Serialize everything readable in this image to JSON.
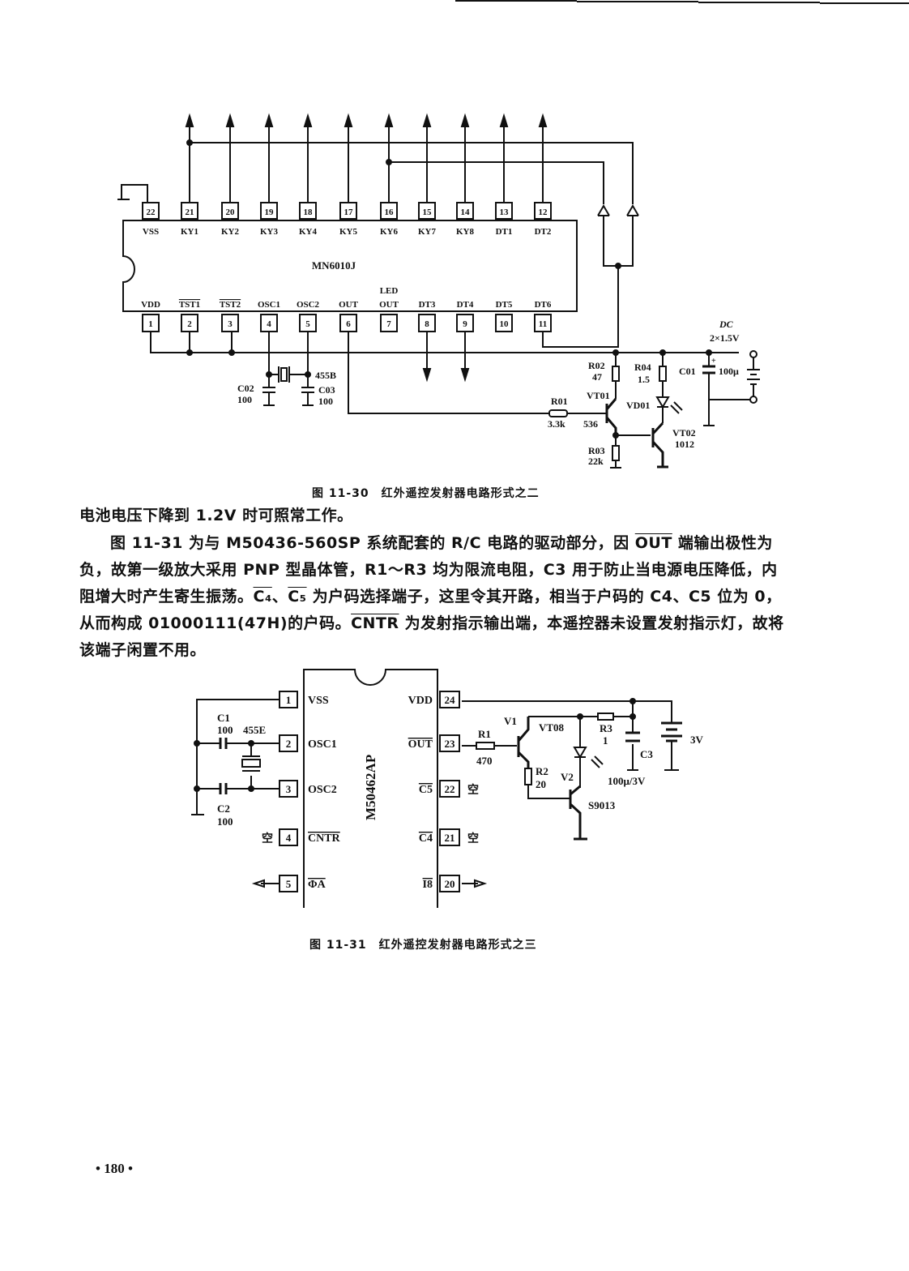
{
  "figure_11_30": {
    "chip_label": "MN6010J",
    "top_pins": [
      {
        "num": "22",
        "name": "VSS"
      },
      {
        "num": "21",
        "name": "KY1"
      },
      {
        "num": "20",
        "name": "KY2"
      },
      {
        "num": "19",
        "name": "KY3"
      },
      {
        "num": "18",
        "name": "KY4"
      },
      {
        "num": "17",
        "name": "KY5"
      },
      {
        "num": "16",
        "name": "KY6"
      },
      {
        "num": "15",
        "name": "KY7"
      },
      {
        "num": "14",
        "name": "KY8"
      },
      {
        "num": "13",
        "name": "DT1"
      },
      {
        "num": "12",
        "name": "DT2"
      }
    ],
    "bottom_pins": [
      {
        "num": "1",
        "name": "VDD"
      },
      {
        "num": "2",
        "name": "TST1"
      },
      {
        "num": "3",
        "name": "TST2"
      },
      {
        "num": "4",
        "name": "OSC1"
      },
      {
        "num": "5",
        "name": "OSC2"
      },
      {
        "num": "6",
        "name": "OUT"
      },
      {
        "num": "7",
        "name": "OUT",
        "name_top": "LED"
      },
      {
        "num": "8",
        "name": "DT3"
      },
      {
        "num": "9",
        "name": "DT4"
      },
      {
        "num": "10",
        "name": "DT5"
      },
      {
        "num": "11",
        "name": "DT6"
      }
    ],
    "components": {
      "crystal": "455B",
      "c02": "C02",
      "c02_val": "100",
      "c03": "C03",
      "c03_val": "100",
      "r01": "R01",
      "r01_val": "3.3k",
      "r02": "R02",
      "r02_val": "47",
      "r03": "R03",
      "r03_val": "22k",
      "r04": "R04",
      "r04_val": "1.5",
      "vt01": "VT01",
      "vt01_val": "536",
      "vt02": "VT02",
      "vt02_val": "1012",
      "vd01": "VD01",
      "c01": "C01",
      "c01_val": "100μ",
      "dc": "DC",
      "dc_val": "2×1.5V"
    },
    "caption": "图 11-30　红外遥控发射器电路形式之二"
  },
  "text": {
    "line1": "电池电压下降到 1.2V 时可照常工作。",
    "para2_a": "图 11-31 为与 M50436-560SP 系统配套的 R/C 电路的驱动部分，因 ",
    "para2_out": "OUT",
    "para2_b": " 端输出极性为负，故第一级放大采用 PNP 型晶体管，R1～R3 均为限流电阻，C3 用于防止当电源电压降低，内阻增大时产生寄生振荡。",
    "para2_c4": "C₄",
    "para2_sep": "、",
    "para2_c5": "C₅",
    "para2_c": " 为户码选择端子，这里令其开路，相当于户码的 C4、C5 位为 0，从而构成 01000111(47H)的户码。",
    "para2_cntr": "CNTR",
    "para2_d": " 为发射指示输出端，本遥控器未设置发射指示灯，故将该端子闲置不用。"
  },
  "figure_11_31": {
    "chip_label": "M50462AP",
    "left_pins": [
      {
        "num": "1",
        "name": "VSS",
        "note": ""
      },
      {
        "num": "2",
        "name": "OSC1",
        "note": ""
      },
      {
        "num": "3",
        "name": "OSC2",
        "note": ""
      },
      {
        "num": "4",
        "name": "CNTR",
        "note": "空"
      },
      {
        "num": "5",
        "name": "ΦA",
        "note": ""
      }
    ],
    "right_pins": [
      {
        "num": "24",
        "name": "VDD",
        "note": ""
      },
      {
        "num": "23",
        "name": "OUT",
        "note": ""
      },
      {
        "num": "22",
        "name": "C5",
        "note": "空"
      },
      {
        "num": "21",
        "name": "C4",
        "note": "空"
      },
      {
        "num": "20",
        "name": "I8",
        "note": ""
      }
    ],
    "components": {
      "c1": "C1",
      "c1_val": "100",
      "c2": "C2",
      "c2_val": "100",
      "crystal": "455E",
      "r1": "R1",
      "r1_val": "470",
      "r2": "R2",
      "r2_val": "20",
      "r3": "R3",
      "r3_val": "1",
      "v1": "V1",
      "v1_val": "VT08",
      "v2": "V2",
      "v2_val": "S9013",
      "c3": "C3",
      "c3_val": "100μ/3V",
      "battery": "3V"
    },
    "caption": "图 11-31　红外遥控发射器电路形式之三"
  },
  "page_number": "• 180 •"
}
